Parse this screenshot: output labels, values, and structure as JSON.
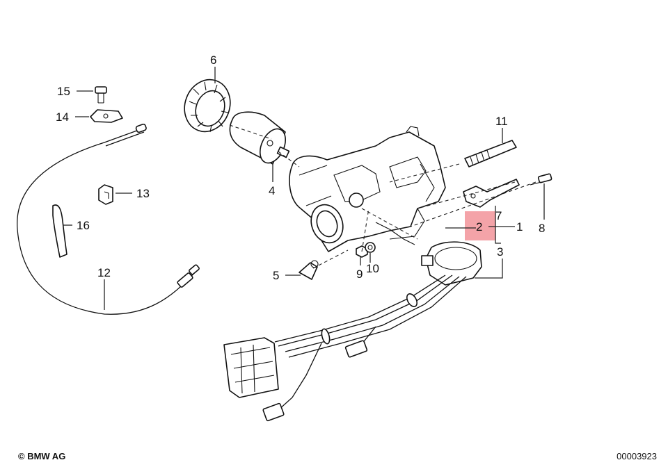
{
  "labels": {
    "p1": "1",
    "p2": "2",
    "p3": "3",
    "p4": "4",
    "p5": "5",
    "p6": "6",
    "p7": "7",
    "p8": "8",
    "p9": "9",
    "p10": "10",
    "p11": "11",
    "p12": "12",
    "p13": "13",
    "p14": "14",
    "p15": "15",
    "p16": "16"
  },
  "highlight_color": "#f4a3a8",
  "footer": {
    "copyright": "© BMW AG",
    "drawing_number": "00003923"
  }
}
